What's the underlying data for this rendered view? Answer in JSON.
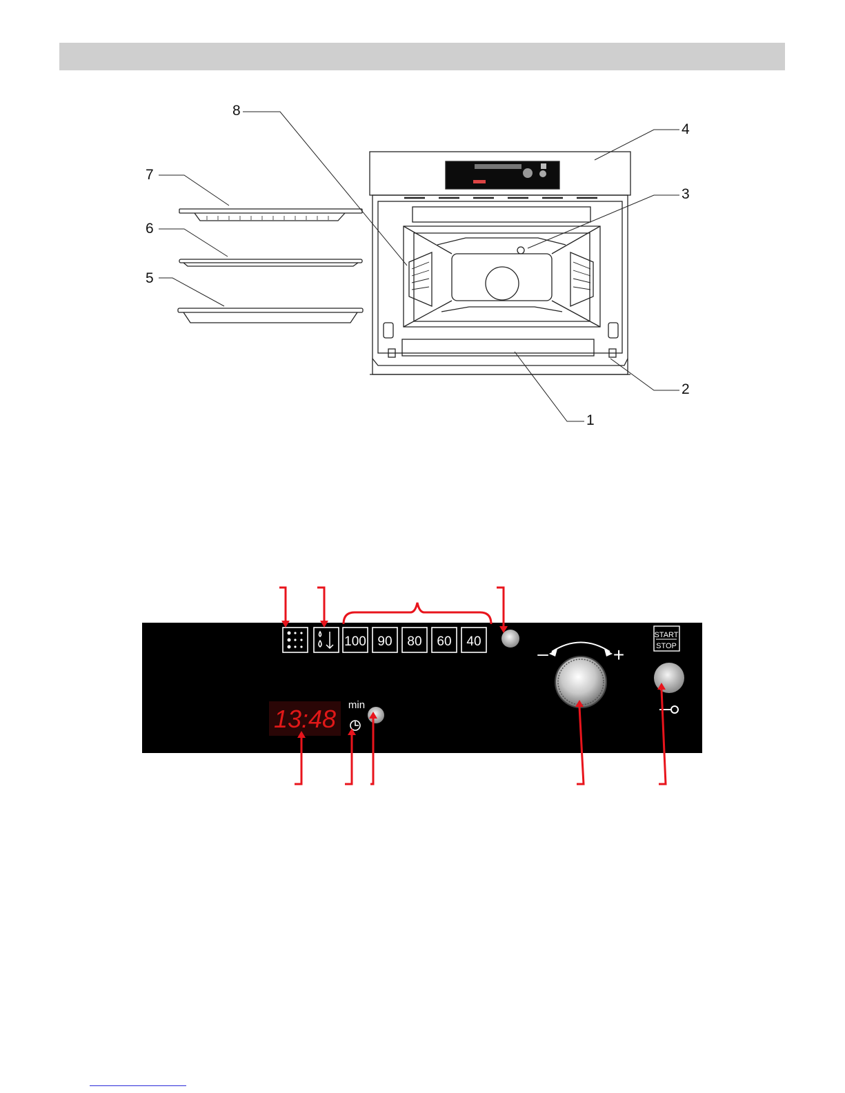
{
  "diagram": {
    "labels": [
      "1",
      "2",
      "3",
      "4",
      "5",
      "6",
      "7",
      "8"
    ]
  },
  "panel": {
    "temps": [
      "100",
      "90",
      "80",
      "60",
      "40"
    ],
    "display_time": "13:48",
    "min_label": "min",
    "start_label": "START",
    "stop_label": "STOP",
    "minus": "–",
    "plus": "+"
  },
  "colors": {
    "arrow": "#e8141c",
    "led": "#e01818",
    "panel": "#000000"
  },
  "icons": [
    "steam-dots-icon",
    "water-drain-icon",
    "clock-icon",
    "key-icon"
  ]
}
